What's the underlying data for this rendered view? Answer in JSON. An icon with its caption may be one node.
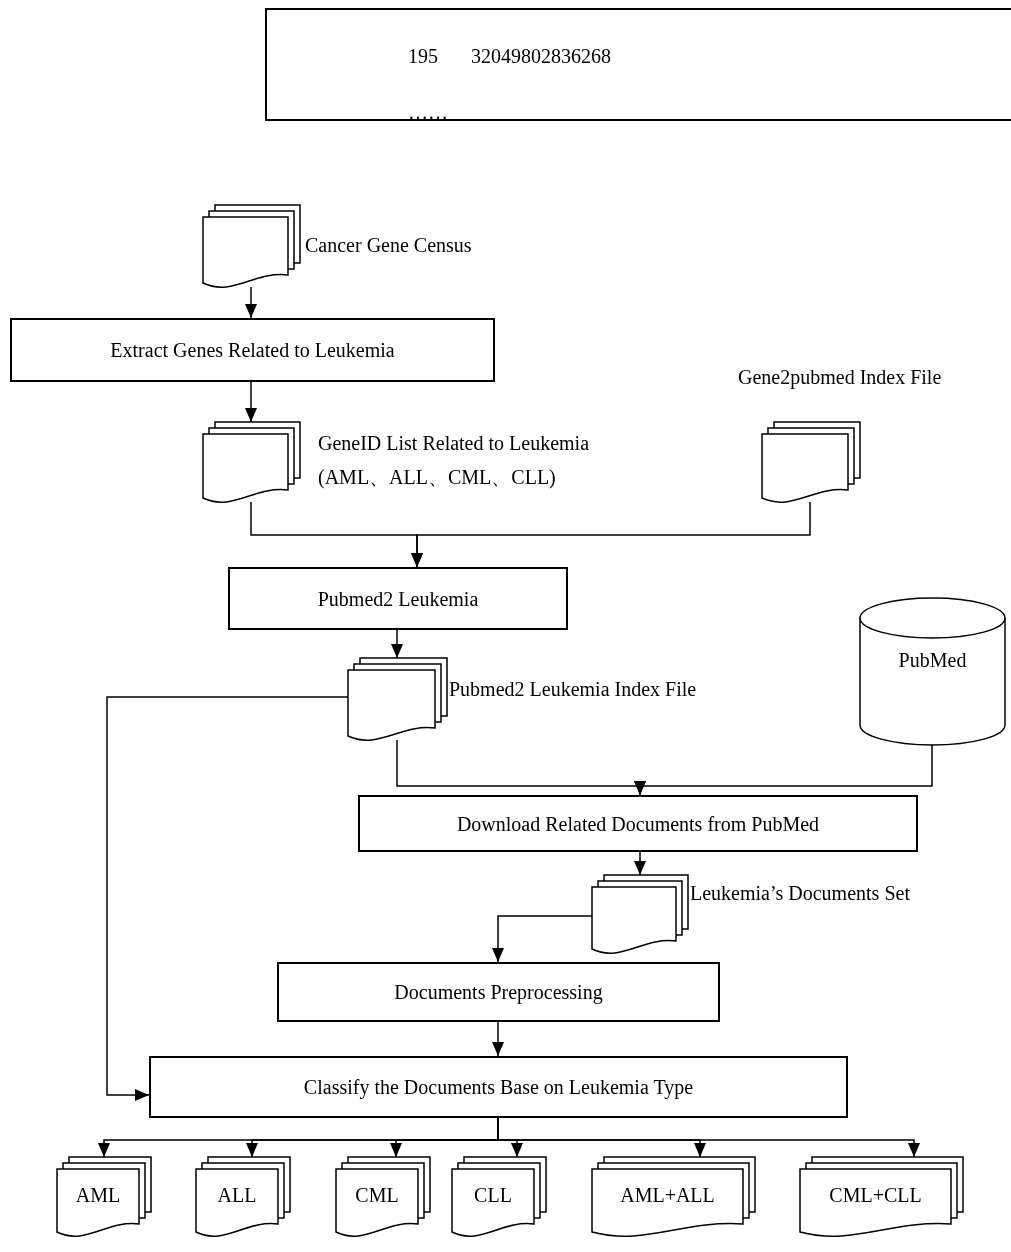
{
  "diagram": {
    "nodes": [
      {
        "text": [
          "195",
          "32049802836268",
          "……"
        ]
      },
      {
        "text": [
          "Cancer Gene Census"
        ]
      },
      {
        "text": [
          "Extract Genes Related to Leukemia"
        ]
      },
      {
        "text": [
          "GeneID List Related to Leukemia (AML、ALL、CML、CLL)"
        ]
      },
      {
        "text": [
          "Gene2pubmed Index File"
        ]
      },
      {
        "text": [
          "Pubmed2 Leukemia"
        ]
      },
      {
        "text": [
          "Pubmed2 Leukemia Index File"
        ]
      },
      {
        "text": [
          "PubMed"
        ]
      },
      {
        "text": [
          "Download Related Documents from PubMed"
        ]
      },
      {
        "text": [
          "Leukemia’s Documents Set"
        ]
      },
      {
        "text": [
          "Documents Preprocessing"
        ]
      },
      {
        "text": [
          "Classify the Documents Base on Leukemia Type"
        ]
      },
      {
        "text": [
          "AML"
        ]
      },
      {
        "text": [
          "ALL"
        ]
      },
      {
        "text": [
          "CML"
        ]
      },
      {
        "text": [
          "CLL"
        ]
      },
      {
        "text": [
          "AML+ALL"
        ]
      },
      {
        "text": [
          "CML+CLL"
        ]
      }
    ],
    "edges": [
      {
        "from": 1,
        "to": 2,
        "arrow": "to"
      },
      {
        "from": 2,
        "to": 3,
        "arrow": "to"
      },
      {
        "from": 3,
        "to": 5,
        "arrow": "to"
      },
      {
        "from": 4,
        "to": 5,
        "arrow": "to"
      },
      {
        "from": 5,
        "to": 6,
        "arrow": "to"
      },
      {
        "from": 6,
        "to": 8,
        "arrow": "to"
      },
      {
        "from": 7,
        "to": 8,
        "arrow": "to"
      },
      {
        "from": 8,
        "to": 9,
        "arrow": "to"
      },
      {
        "from": 9,
        "to": 10,
        "arrow": "to"
      },
      {
        "from": 10,
        "to": 11,
        "arrow": "to"
      },
      {
        "from": 6,
        "to": 11,
        "arrow": "to"
      },
      {
        "from": 11,
        "to": 12,
        "arrow": "to"
      },
      {
        "from": 11,
        "to": 13,
        "arrow": "to"
      },
      {
        "from": 11,
        "to": 14,
        "arrow": "to"
      },
      {
        "from": 11,
        "to": 15,
        "arrow": "to"
      },
      {
        "from": 11,
        "to": 16,
        "arrow": "to"
      },
      {
        "from": 11,
        "to": 17,
        "arrow": "to"
      }
    ]
  }
}
